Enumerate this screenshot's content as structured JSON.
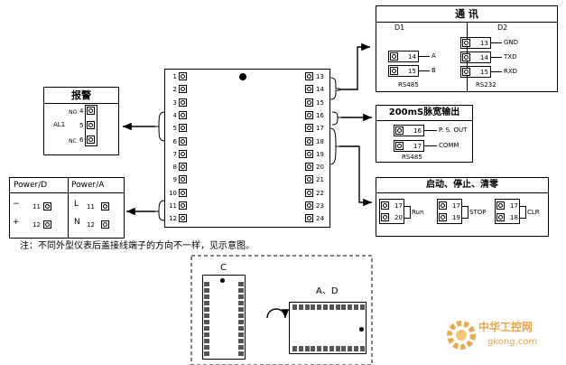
{
  "main_terminals": {
    "left": [
      "1",
      "2",
      "3",
      "4",
      "5",
      "6",
      "7",
      "8",
      "9",
      "10",
      "11",
      "12"
    ],
    "right": [
      "13",
      "14",
      "15",
      "16",
      "17",
      "18",
      "19",
      "20",
      "21",
      "22",
      "23",
      "24"
    ]
  },
  "comm_box": {
    "title": "通    讯",
    "d1_label": "D1",
    "d2_label": "D2",
    "d1_rows": [
      {
        "num": "14",
        "sig": "A"
      },
      {
        "num": "15",
        "sig": "B"
      }
    ],
    "d2_rows": [
      {
        "num": "13",
        "sig": "GND"
      },
      {
        "num": "14",
        "sig": "TXD"
      },
      {
        "num": "15",
        "sig": "RXD"
      }
    ],
    "d1_caption": "RS485",
    "d2_caption": "RS232"
  },
  "pulse_box": {
    "title": "200mS脉宽输出",
    "rows": [
      {
        "num": "16",
        "sig": "P. S. OUT"
      },
      {
        "num": "17",
        "sig": "COMM"
      }
    ],
    "caption": "RS485"
  },
  "control_box": {
    "title": "启动、停止、清零",
    "groups": [
      {
        "top": "17",
        "bottom": "20",
        "sig": "Run"
      },
      {
        "top": "17",
        "bottom": "19",
        "sig": "STOP"
      },
      {
        "top": "17",
        "bottom": "18",
        "sig": "CLR"
      }
    ]
  },
  "alarm_box": {
    "title": "报警",
    "label": "AL1",
    "rows": [
      {
        "num": "4",
        "tag": "NO"
      },
      {
        "num": "5",
        "tag": ""
      },
      {
        "num": "6",
        "tag": "NC"
      }
    ]
  },
  "power_box": {
    "title_d": "Power/D",
    "title_a": "Power/A",
    "d_rows": [
      {
        "num": "11",
        "tag": "−"
      },
      {
        "num": "12",
        "tag": "+"
      }
    ],
    "a_rows": [
      {
        "num": "11",
        "tag": "L"
      },
      {
        "num": "12",
        "tag": "N"
      }
    ]
  },
  "note": "注：不同外型仪表后盖接线端子的方向不一样，见示意图。",
  "lower": {
    "label_c": "C",
    "label_ad": "A、D"
  },
  "watermark": {
    "brand": "中华工控网",
    "site": "gkong.com"
  }
}
